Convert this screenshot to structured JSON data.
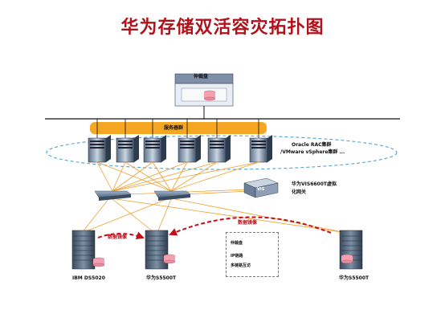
{
  "title": "华为存储双活容灾拓扑图",
  "nodes": {
    "quorum": "仲裁盘",
    "business_network": "服务器群",
    "oracle_line1": "Oracle RAC集群",
    "oracle_line2": "/VMware vSphere集群 ...",
    "vis_line1": "华为VIS6600T虚拟",
    "vis_line2": "化网关",
    "vis_badge": "VIS",
    "mirror_left": "数据镜像",
    "mirror_right": "数据镜像",
    "storage_left": "IBM DS5020",
    "storage_mid": "华为S5500T",
    "storage_right": "华为S5500T"
  },
  "legend": {
    "quorum": "仲裁盘",
    "ip_link": "IP链路",
    "fc_link": "多链路互访"
  },
  "colors": {
    "title": "#b0121b",
    "business_bar": "#f5a623",
    "fiber": "#f0a030",
    "mirror_arrow": "#c0111a",
    "cluster_ellipse": "#4fa3d9",
    "disk": "#f4a0b0"
  }
}
